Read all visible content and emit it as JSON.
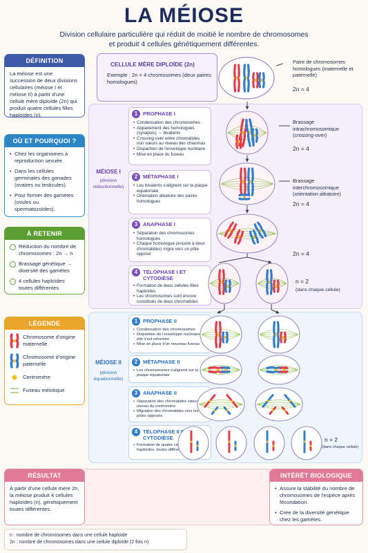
{
  "title": "LA MÉIOSE",
  "subtitle_line1": "Division cellulaire particulière qui réduit de moitié le nombre de chromosomes",
  "subtitle_line2": "et produit 4 cellules génétiquement différentes.",
  "definition": {
    "header": "DÉFINITION",
    "text": "La méiose est une succession de deux divisions cellulaires (méiose I et méiose II) à partir d'une cellule mère diploïde (2n) qui produit quatre cellules filles haploïdes (n)."
  },
  "ou_pourquoi": {
    "header": "OÙ ET POURQUOI ?",
    "items": [
      "Chez les organismes à reproduction sexuée.",
      "Dans les cellules germinales des gonades (ovaires ou testicules).",
      "Pour former des gamètes (ovules ou spermatozoïdes)."
    ]
  },
  "a_retenir": {
    "header": "À RETENIR",
    "items": [
      "Réduction du nombre de chromosomes : 2n → n",
      "Brassage génétique → diversité des gamètes",
      "4 cellules haploïdes toutes différentes"
    ]
  },
  "legende": {
    "header": "LÉGENDE",
    "items": [
      "Chromosome d'origine maternelle",
      "Chromosome d'origine paternelle",
      "Centromère",
      "Fuseau méiotique"
    ]
  },
  "cellule_mere": {
    "title": "CELLULE MÈRE DIPLOÏDE (2n)",
    "example": "Exemple : 2n = 4 chromosomes (deux paires homologues)",
    "note": "Paire de chromosomes homologues (maternelle et paternelle)",
    "count": "2n = 4"
  },
  "meiose1": {
    "label": "MÉIOSE I",
    "sublabel": "(division réductionnelle)",
    "phases": [
      {
        "num": "1",
        "title": "PROPHASE I",
        "items": [
          "Condensation des chromosomes",
          "Appariement des homologues (synapsis) → bivalents",
          "Crossing-over entre chromatides non sœurs au niveau des chiasmas",
          "Disparition de l'enveloppe nucléaire",
          "Mise en place du fuseau"
        ],
        "note": "Brassage intrachromosomique (crossing-over)",
        "count": "2n = 4"
      },
      {
        "num": "2",
        "title": "MÉTAPHASE I",
        "items": [
          "Les bivalents s'alignent sur la plaque équatoriale",
          "Orientation aléatoire des paires homologues"
        ],
        "note": "Brassage interchromosomique (orientation aléatoire)",
        "count": "2n = 4"
      },
      {
        "num": "3",
        "title": "ANAPHASE I",
        "items": [
          "Séparation des chromosomes homologues",
          "Chaque homologue (encore à deux chromatides) migre vers un pôle opposé"
        ],
        "note": "",
        "count": "2n = 4"
      },
      {
        "num": "4",
        "title": "TÉLOPHASE I ET CYTODIÈSE",
        "items": [
          "Formation de deux cellules filles haploïdes",
          "Les chromosomes sont encore constitués de deux chromatides"
        ],
        "note": "(dans chaque cellule)",
        "count": "n = 2"
      }
    ]
  },
  "meiose2": {
    "label": "MÉIOSE II",
    "sublabel": "(division équationnelle)",
    "phases": [
      {
        "num": "1",
        "title": "PROPHASE II",
        "items": [
          "Condensation des chromosomes",
          "Disparition de l'enveloppe nucléaire si elle s'est reformée",
          "Mise en place d'un nouveau fuseau"
        ]
      },
      {
        "num": "2",
        "title": "MÉTAPHASE II",
        "items": [
          "Les chromosomes s'alignent sur la plaque équatoriale"
        ]
      },
      {
        "num": "3",
        "title": "ANAPHASE II",
        "items": [
          "Séparation des chromatides sœurs au niveau du centromère",
          "Migration des chromatides vers les pôles opposés"
        ]
      },
      {
        "num": "4",
        "title": "TÉLOPHASE II ET CYTODIÈSE",
        "items": [
          "Formation de quatre cellules filles haploïdes, toutes différentes"
        ]
      }
    ],
    "count": "n = 2",
    "count_note": "(dans chaque cellule)"
  },
  "resultat": {
    "header": "RÉSULTAT",
    "text": "À partir d'une cellule mère 2n, la méiose produit 4 cellules haploïdes (n), génétiquement toutes différentes."
  },
  "interet": {
    "header": "INTÉRÊT BIOLOGIQUE",
    "items": [
      "Assure la stabilité du nombre de chromosomes de l'espèce après fécondation.",
      "Crée de la diversité génétique chez les gamètes."
    ]
  },
  "footnote": {
    "line1": "n : nombre de chromosomes dans une cellule haploïde",
    "line2": "2n : nombre de chromosomes dans une cellule diploïde (2 fois n)"
  },
  "colors": {
    "maternal": "#e23b4a",
    "paternal": "#2f7dd1",
    "centromere": "#f2c21b",
    "spindle": "#8fbf4a"
  }
}
